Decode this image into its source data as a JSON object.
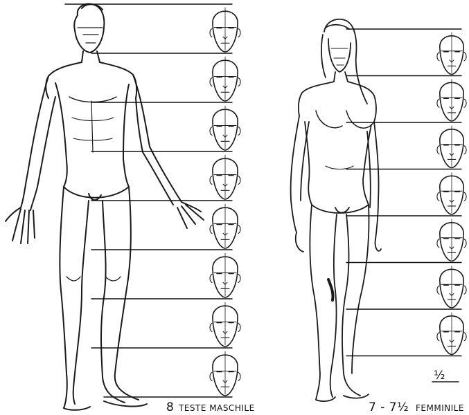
{
  "male_figure": {
    "caption_number": "8",
    "caption_text": "TESTE MASCHILE",
    "head_count": 8
  },
  "female_figure": {
    "caption_number": "7 - 7½",
    "caption_text": "FEMMINILE",
    "head_count": 7,
    "half_mark": "½"
  }
}
